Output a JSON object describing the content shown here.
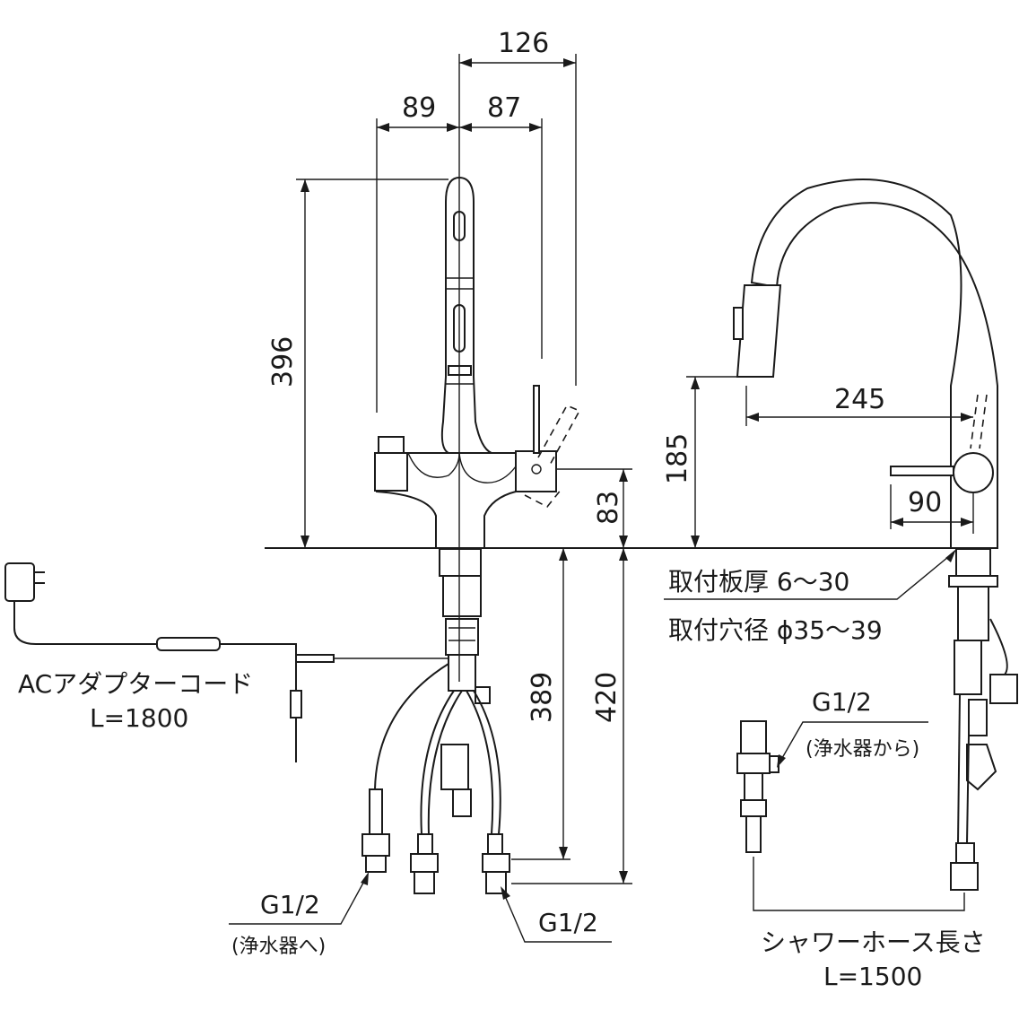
{
  "dimensions": {
    "d126": "126",
    "d89": "89",
    "d87": "87",
    "d396": "396",
    "d83": "83",
    "d185": "185",
    "d245": "245",
    "d90": "90",
    "d389": "389",
    "d420": "420"
  },
  "labels": {
    "mount_thickness": "取付板厚 6～30",
    "mount_hole": "取付穴径 ϕ35～39",
    "ac_cord": "ACアダプターコード",
    "ac_length": "L=1800",
    "g_left": "G1/2",
    "to_purifier": "(浄水器へ)",
    "g_center": "G1/2",
    "g_right": "G1/2",
    "from_purifier": "(浄水器から)",
    "shower_hose": "シャワーホース長さ",
    "shower_length": "L=1500"
  }
}
